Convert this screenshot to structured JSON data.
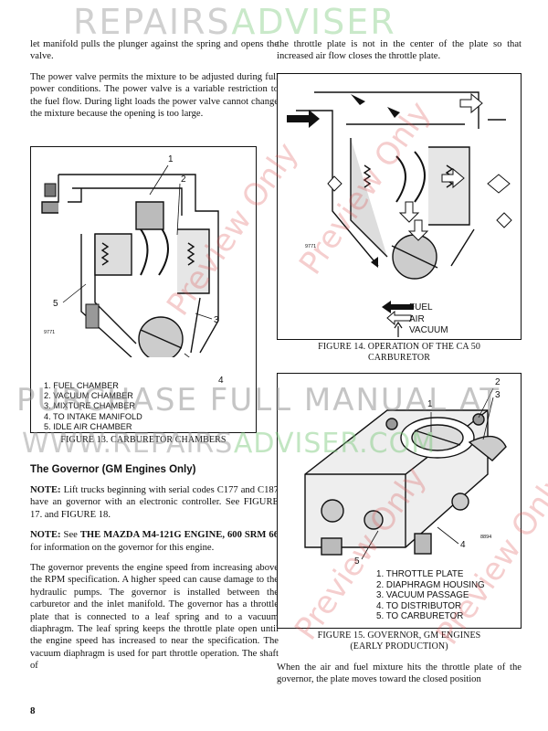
{
  "watermarks": {
    "top_part1": "REPAIRS",
    "top_part2": "ADVISER",
    "purchase": "PURCHASE FULL MANUAL AT",
    "url_part1": "WWW.REPAIRS",
    "url_part2": "ADVISER.COM",
    "preview": "Preview Only"
  },
  "left_column": {
    "para1": "let manifold pulls the plunger against the spring and opens the valve.",
    "para2": "The power valve permits the mixture to be adjusted during full power conditions. The power valve is a variable restriction to the fuel flow. During light loads the power valve cannot change the mixture because the opening is too large.",
    "governor_heading": "The Governor (GM Engines Only)",
    "note1_label": "NOTE:",
    "note1_text": " Lift trucks beginning with serial codes C177 and C187 have an governor with an electronic controller. See FIGURE 17. and FIGURE 18.",
    "note2_label": "NOTE:",
    "note2_text1": " See ",
    "note2_bold": "THE MAZDA M4-121G ENGINE, 600 SRM 66",
    "note2_text2": " for information on the governor for this engine.",
    "para3": "The governor prevents the engine speed from increasing above the RPM specification. A higher speed can cause damage to the hydraulic pumps. The governor is installed between the carburetor and the inlet manifold. The governor has a throttle plate that is connected to a leaf spring and to a vacuum diaphragm. The leaf spring keeps the throttle plate open until the engine speed has increased to near the specification. The vacuum diaphragm is used for part throttle operation. The shaft of"
  },
  "right_column": {
    "para1": "the throttle plate is not in the center of the plate so that increased air flow closes the throttle plate.",
    "para2": "When the air and fuel mixture hits the throttle plate of the governor, the plate moves toward the closed position"
  },
  "figure13": {
    "code": "9771",
    "callouts": [
      "1",
      "2",
      "3",
      "4",
      "5"
    ],
    "legend": [
      "1. FUEL CHAMBER",
      "2. VACUUM CHAMBER",
      "3. MIXTURE CHAMBER",
      "4. TO INTAKE MANIFOLD",
      "5. IDLE AIR CHAMBER"
    ],
    "caption": "FIGURE 13. CARBURETOR CHAMBERS"
  },
  "figure14": {
    "code": "9771",
    "legend": [
      "FUEL",
      "AIR",
      "VACUUM"
    ],
    "caption_line1": "FIGURE 14. OPERATION OF THE CA 50",
    "caption_line2": "CARBURETOR"
  },
  "figure15": {
    "code": "8894",
    "callouts": [
      "1",
      "2",
      "3",
      "4",
      "5"
    ],
    "legend": [
      "1. THROTTLE PLATE",
      "2. DIAPHRAGM HOUSING",
      "3. VACUUM PASSAGE",
      "4. TO DISTRIBUTOR",
      "5. TO CARBURETOR"
    ],
    "caption_line1": "FIGURE 15. GOVERNOR, GM ENGINES",
    "caption_line2": "(EARLY PRODUCTION)"
  },
  "page_number": "8"
}
